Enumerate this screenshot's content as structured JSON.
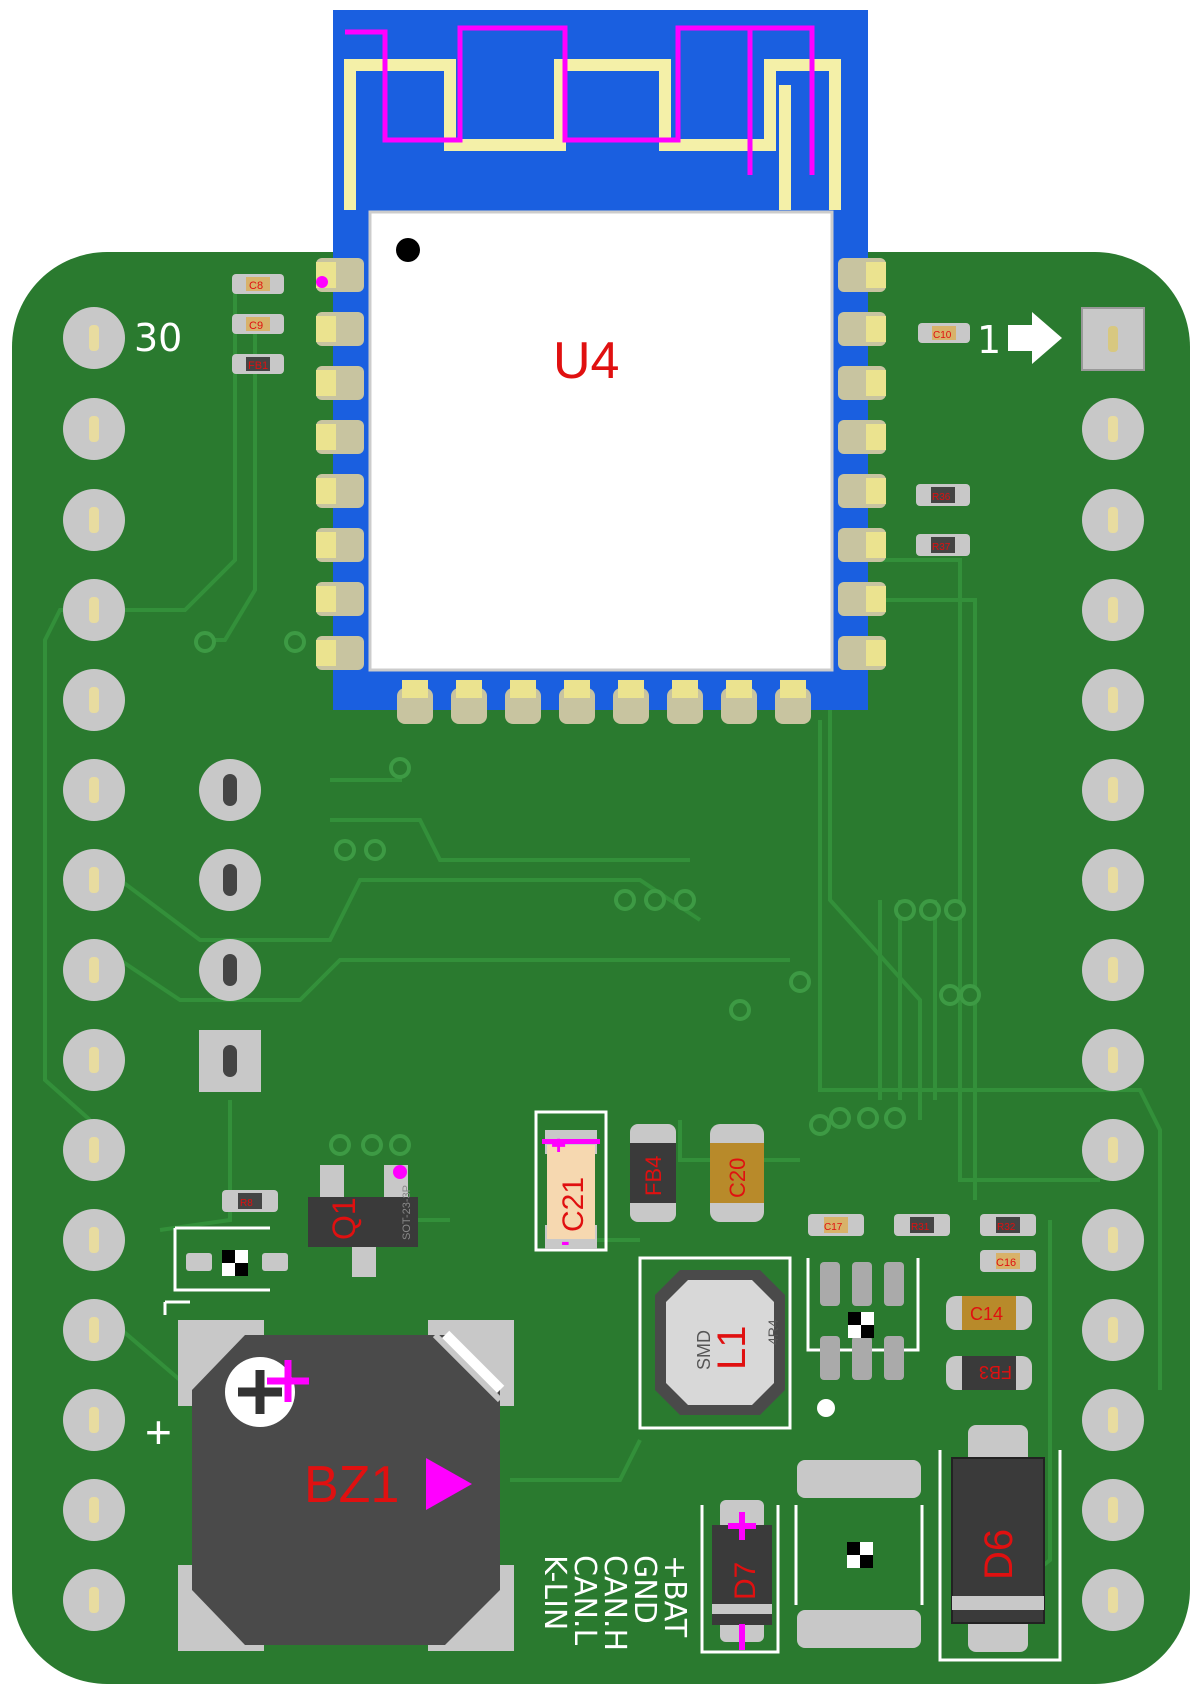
{
  "board": {
    "colors": {
      "pcb": "#2a7a2f",
      "pcb_dark": "#1f6a26",
      "trace": "#2f8a35",
      "module_blue": "#1a5fe0",
      "antenna": "#f4f0a8",
      "keepout": "#ff00ff",
      "pad_gold": "#d8d4a0",
      "ref_text": "#e01010",
      "silk": "#ffffff",
      "body_dark": "#3a3a3a"
    }
  },
  "module": {
    "ref": "U4"
  },
  "header_right": {
    "pin1_label": "1",
    "arrow_icon": "arrow-right-icon"
  },
  "header_left": {
    "pin30_label": "30"
  },
  "small_parts": {
    "c8": "C8",
    "c9": "C9",
    "fb1": "FB1",
    "c10": "C10",
    "r_a": "R36",
    "r_b": "R37",
    "r8": "R8",
    "c17": "C17",
    "r_c": "R31",
    "r_d": "R32",
    "c16": "C16"
  },
  "parts": {
    "c21": "C21",
    "fb4": "FB4",
    "c20": "C20",
    "q1": "Q1",
    "q1_pkg": "SOT-23-3P",
    "l1": "L1",
    "l1_marking": "SMD",
    "l1_value": "4R4",
    "c14": "C14",
    "fb3": "FB3",
    "bz1": "BZ1",
    "d6": "D6",
    "d7": "D7",
    "plus": "+",
    "minus": "-"
  },
  "connector_labels": [
    "+BAT",
    "GND",
    "CAN.H",
    "CAN.L",
    "K-LIN"
  ]
}
